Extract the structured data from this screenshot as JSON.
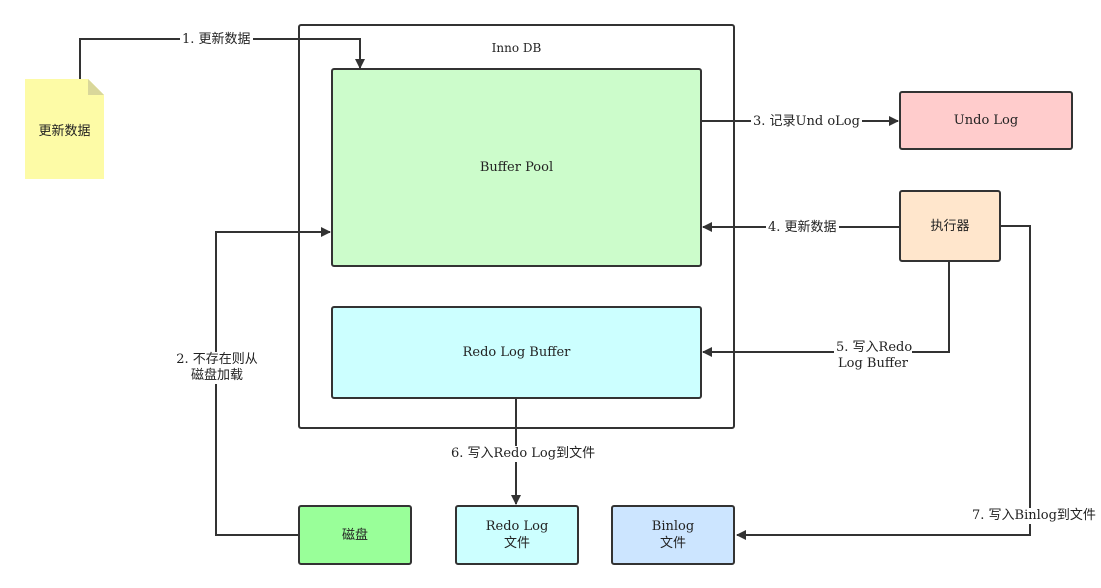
{
  "colors": {
    "note": "#fdfba6",
    "buffer_pool": "#ccfccb",
    "redo_log_buffer": "#ccffff",
    "undo_log": "#ffcccc",
    "executor": "#ffe6cc",
    "disk": "#99ff99",
    "redo_log_file": "#ccffff",
    "binlog_file": "#cce5ff",
    "line": "#333333"
  },
  "note": {
    "label": "更新数据"
  },
  "innodb": {
    "label": "Inno DB"
  },
  "buffer_pool": {
    "label": "Buffer Pool"
  },
  "redo_log_buffer": {
    "label": "Redo Log Buffer"
  },
  "undo_log": {
    "label": "Undo Log"
  },
  "executor": {
    "label": "执行器"
  },
  "disk": {
    "label": "磁盘"
  },
  "redo_log_file": {
    "line1": "Redo Log",
    "line2": "文件"
  },
  "binlog_file": {
    "line1": "Binlog",
    "line2": "文件"
  },
  "steps": {
    "s1": "1. 更新数据",
    "s2_line1": "2. 不存在则从",
    "s2_line2": "磁盘加载",
    "s3": "3. 记录Und oLog",
    "s4": "4. 更新数据",
    "s5_line1": "5. 写入Redo",
    "s5_line2": "Log Buffer",
    "s6": "6. 写入Redo Log到文件",
    "s7": "7. 写入Binlog到文件"
  }
}
